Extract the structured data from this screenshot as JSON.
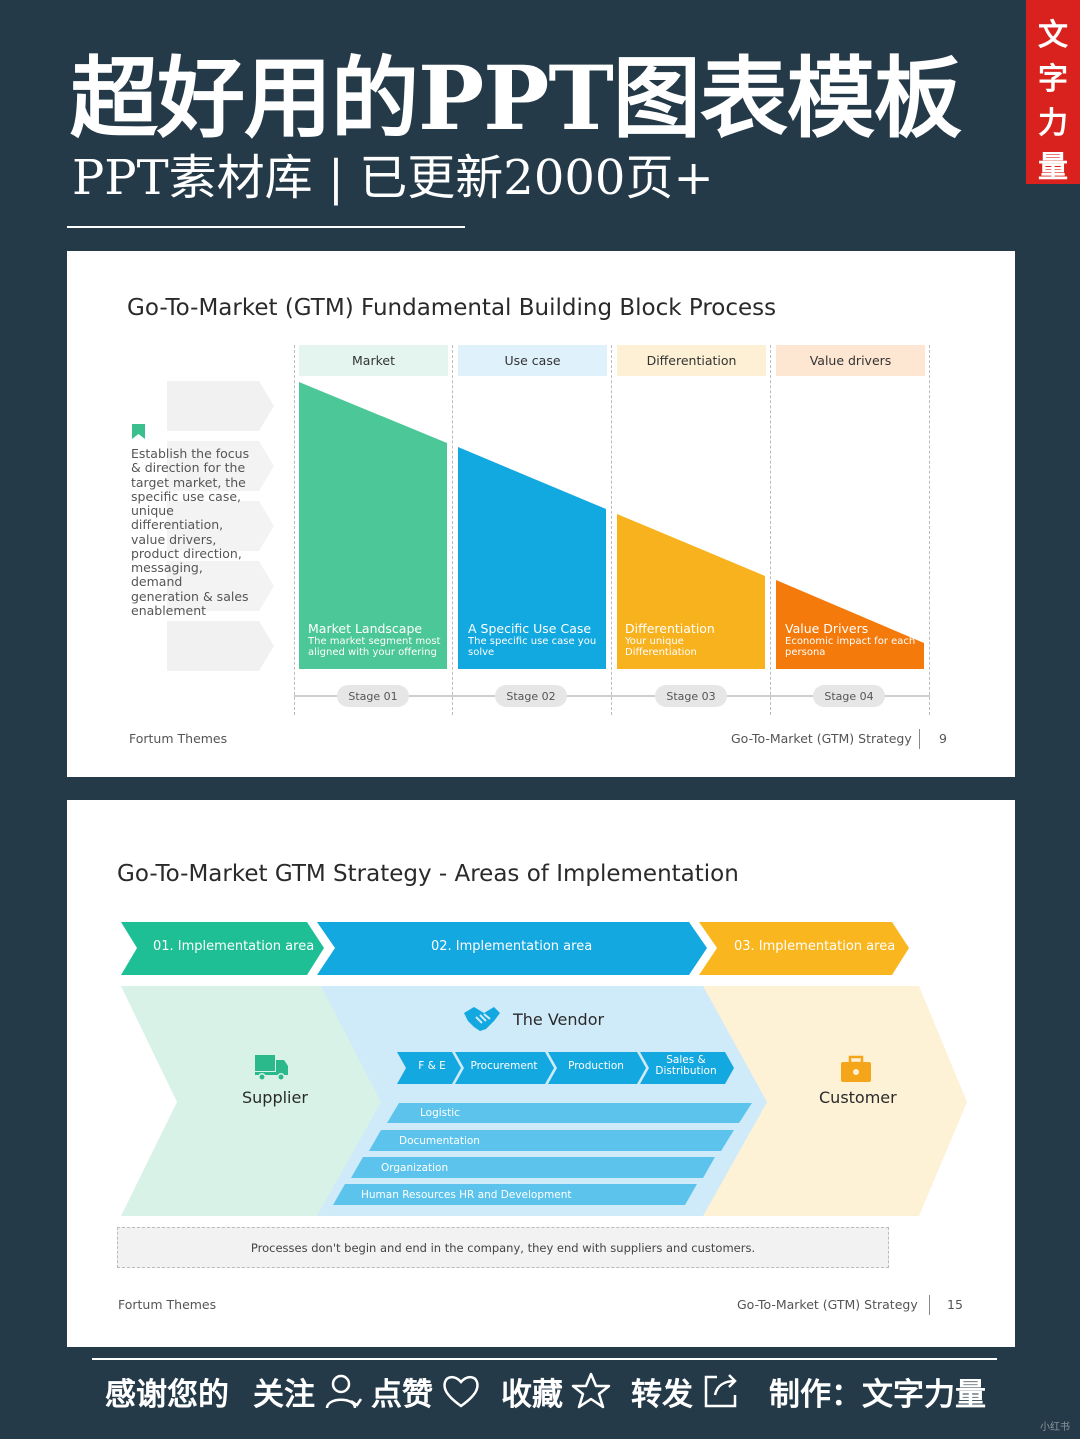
{
  "header": {
    "title": "超好用的PPT图表模板",
    "subtitle": "PPT素材库 | 已更新2000页+",
    "tag_chars": [
      "文",
      "字",
      "力",
      "量"
    ]
  },
  "slide1": {
    "title": "Go-To-Market (GTM) Fundamental Building Block Process",
    "left_text": "Establish the focus & direction for the target market, the specific use case, unique differentiation, value drivers, product direction, messaging, demand generation & sales enablement",
    "columns": [
      {
        "header": "Market",
        "title": "Market Landscape",
        "desc": "The market segment most aligned with your offering",
        "stage": "Stage 01",
        "color": "#4cc797",
        "header_bg": "#e3f5ee"
      },
      {
        "header": "Use case",
        "title": "A Specific Use Case",
        "desc": "The specific use case you solve",
        "stage": "Stage 02",
        "color": "#12a8e0",
        "header_bg": "#dff1fb"
      },
      {
        "header": "Differentiation",
        "title": "Differentiation",
        "desc": "Your unique Differentiation",
        "stage": "Stage 03",
        "color": "#f7b21e",
        "header_bg": "#fdf0d5"
      },
      {
        "header": "Value drivers",
        "title": "Value Drivers",
        "desc": "Economic impact for each persona",
        "stage": "Stage 04",
        "color": "#f57a0c",
        "header_bg": "#fde6d2"
      }
    ],
    "footer_left": "Fortum Themes",
    "footer_right": "Go-To-Market (GTM) Strategy",
    "page": "9"
  },
  "slide2": {
    "title": "Go-To-Market GTM Strategy - Areas of Implementation",
    "areas": [
      "01. Implementation area",
      "02. Implementation area",
      "03. Implementation area"
    ],
    "supplier": "Supplier",
    "vendor": "The Vendor",
    "customer": "Customer",
    "vendor_tabs": [
      "F & E",
      "Procurement",
      "Production",
      "Sales & Distribution"
    ],
    "vendor_bars": [
      "Logistic",
      "Documentation",
      "Organization",
      "Human Resources HR and Development"
    ],
    "note": "Processes don't begin and end in the company, they end with suppliers and customers.",
    "footer_left": "Fortum Themes",
    "footer_right": "Go-To-Market (GTM) Strategy",
    "page": "15"
  },
  "footer": {
    "thanks": "感谢您的",
    "follow": "关注",
    "like": "点赞",
    "collect": "收藏",
    "share": "转发",
    "made_by": "制作：文字力量"
  },
  "icons": [
    "bookmark-icon",
    "truck-icon",
    "handshake-icon",
    "briefcase-icon",
    "person-icon",
    "heart-icon",
    "star-icon",
    "share-icon"
  ]
}
